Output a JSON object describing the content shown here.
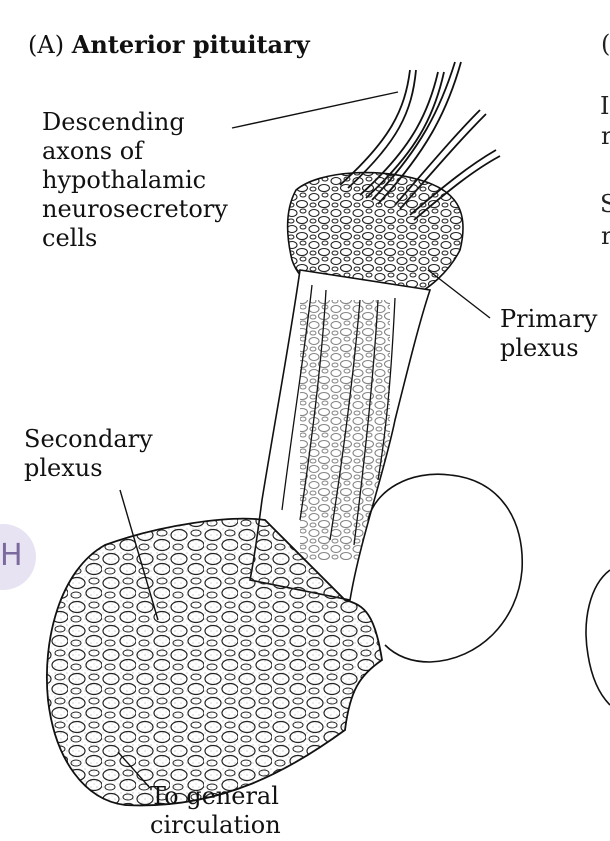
{
  "panel": {
    "letter": "(A)",
    "title": "Anterior pituitary"
  },
  "labels": {
    "descending_axons": "Descending\naxons of\nhypothalamic\nneurosecretory\ncells",
    "primary_plexus": "Primary\nplexus",
    "secondary_plexus": "Secondary\nplexus",
    "general_circulation": "To general\ncirculation"
  },
  "cut_off": {
    "top_right_paren": "(",
    "right_r1": "r",
    "right_S": "S",
    "right_r2": "r",
    "right_I": "I"
  },
  "badge_letter": "H",
  "colors": {
    "ink": "#111111",
    "badge_bg": "#e8e3f3",
    "badge_fg": "#7b6a9d"
  }
}
